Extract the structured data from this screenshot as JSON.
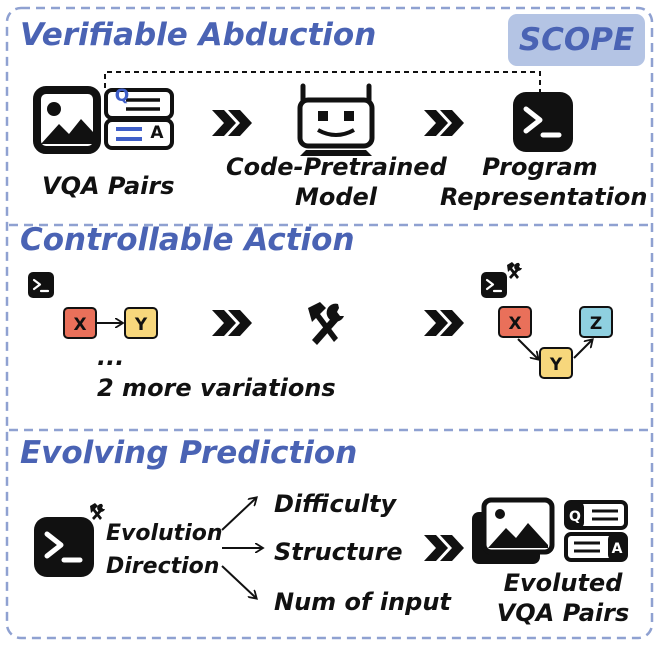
{
  "badge": "SCOPE",
  "sections": {
    "abduction": {
      "title": "Verifiable Abduction",
      "vqa_label": "VQA Pairs",
      "model_label_1": "Code-Pretrained",
      "model_label_2": "Model",
      "program_label_1": "Program",
      "program_label_2": "Representation",
      "q_letter": "Q",
      "a_letter": "A"
    },
    "action": {
      "title": "Controllable Action",
      "node_x": "X",
      "node_y": "Y",
      "node_z": "Z",
      "ellipsis": "...",
      "variations_label": "2 more variations"
    },
    "prediction": {
      "title": "Evolving Prediction",
      "evolution_1": "Evolution",
      "evolution_2": "Direction",
      "branches": [
        "Difficulty",
        "Structure",
        "Num of input"
      ],
      "evolved_label_1": "Evoluted",
      "evolved_label_2": "VQA Pairs",
      "q_letter": "Q",
      "a_letter": "A"
    }
  },
  "colors": {
    "accent": "#4a63b4",
    "badge_fill": "#b4c4e4",
    "frame_dash": "#8fa1d1",
    "node_x": "#e9705a",
    "node_y": "#f7d77c",
    "node_z": "#8fd0e0"
  },
  "icons": [
    "image-icon",
    "qa-card-icon",
    "robot-icon",
    "terminal-icon",
    "wrench-hammer-icon",
    "double-chevron-icon",
    "arrow-icon"
  ]
}
